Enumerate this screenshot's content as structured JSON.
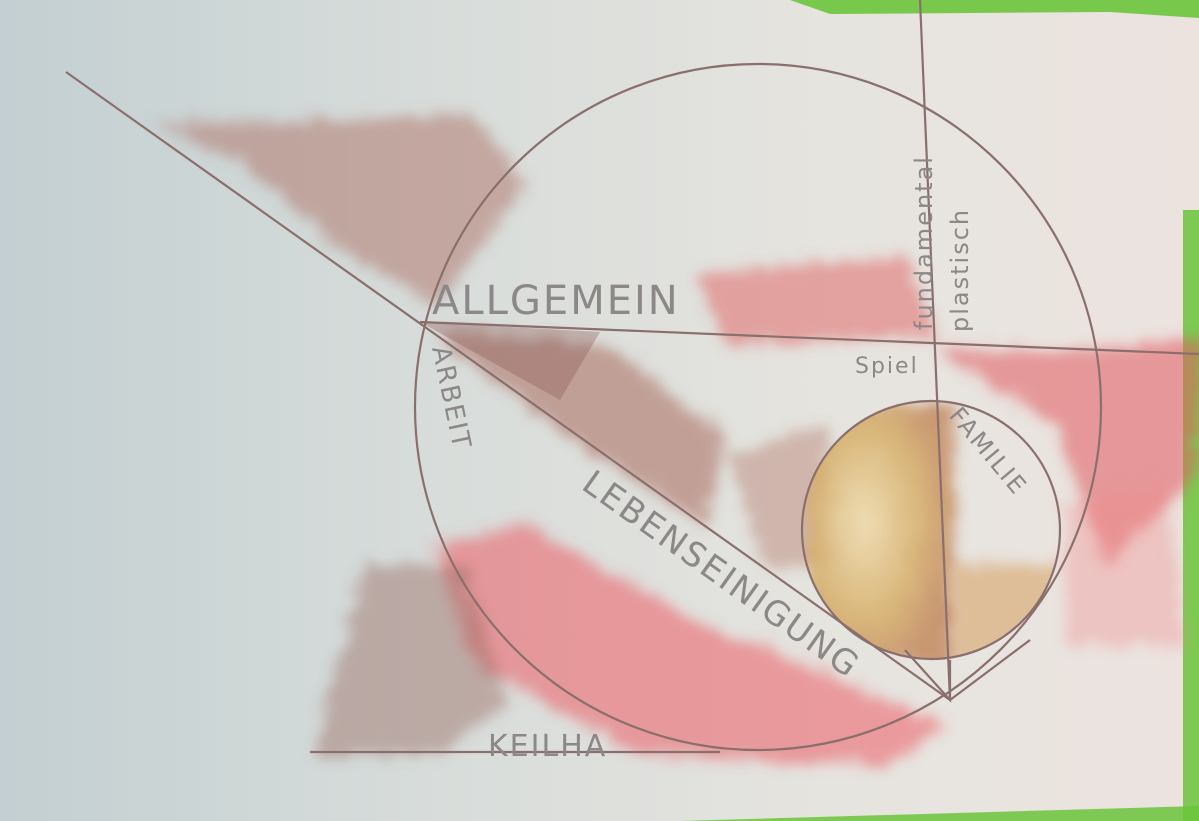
{
  "labels": {
    "main_word": "ALLGEMEIN",
    "vertical_word_1": "fundamental",
    "vertical_word_2": "plastisch",
    "small_word": "Spiel",
    "inner_circle_word": "FAMILIE",
    "left_arc_word": "ARBEIT",
    "diagonal_word": "LEBENSEINIGUNG",
    "bottom_word": "KEILHA"
  },
  "colors": {
    "paper": "#e4e5e1",
    "paper_left": "#c8d2d3",
    "line": "#8a6f6c",
    "red_wash": "#e25a5f",
    "brown_wash": "#a07060",
    "yellow_wash": "#d7b06a",
    "text": "#8c8888",
    "green_corner": "#6bc43b"
  }
}
